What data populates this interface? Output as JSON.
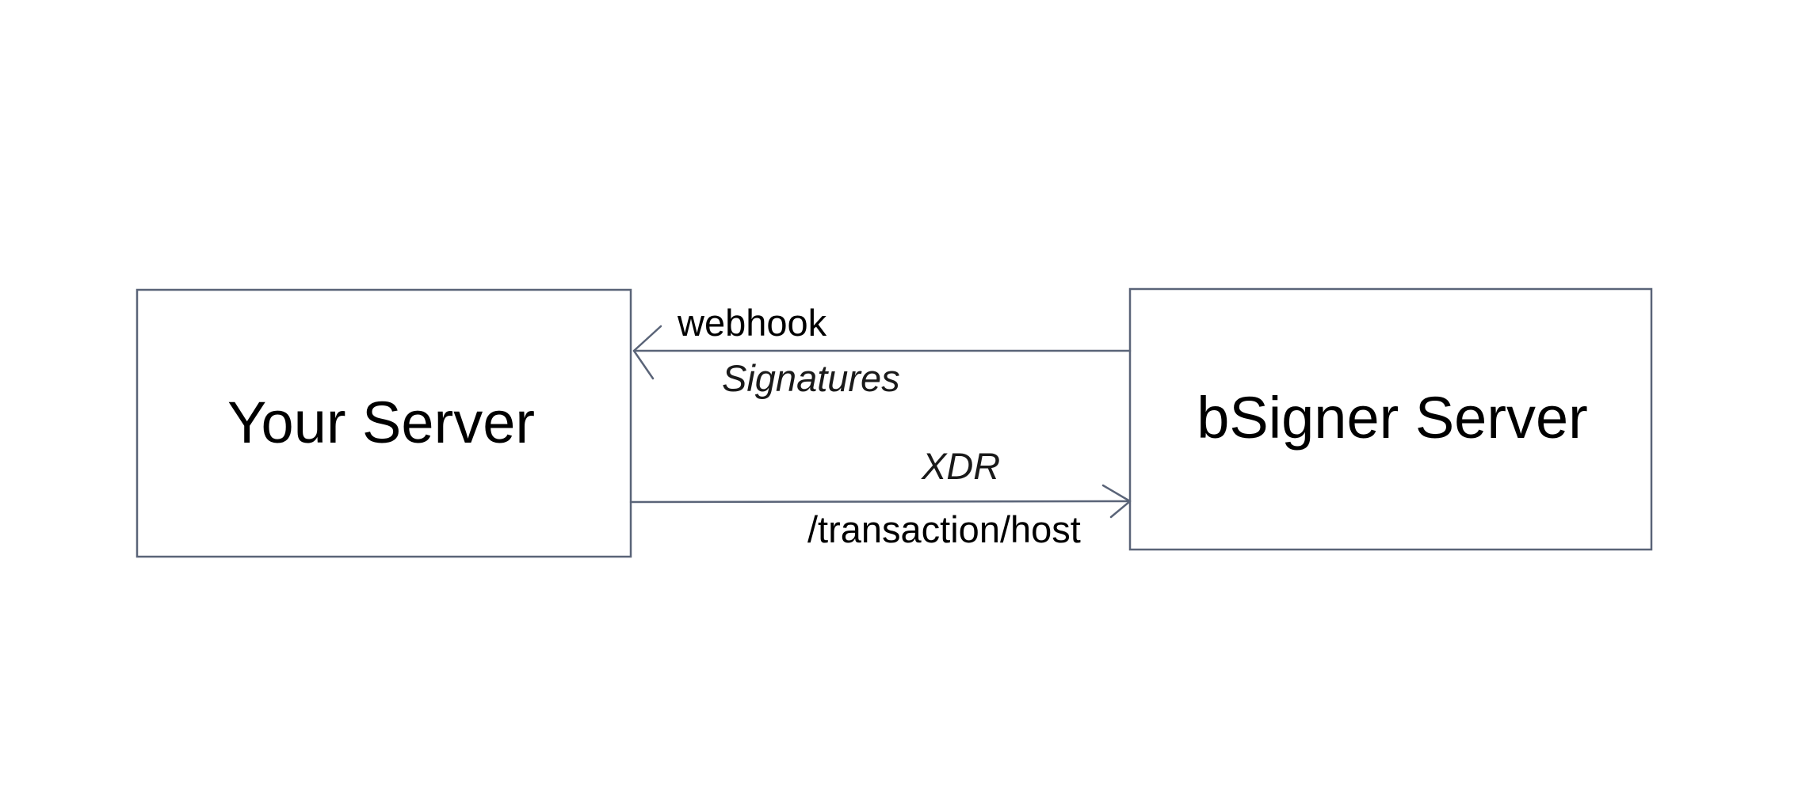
{
  "nodes": {
    "your_server": {
      "label": "Your Server"
    },
    "bsigner_server": {
      "label": "bSigner Server"
    }
  },
  "edges": {
    "webhook": {
      "label": "webhook",
      "sublabel": "Signatures",
      "from": "bSigner Server",
      "to": "Your Server"
    },
    "transaction_host": {
      "label": "/transaction/host",
      "sublabel": "XDR",
      "from": "Your Server",
      "to": "bSigner Server"
    }
  },
  "colors": {
    "stroke": "#5a6478",
    "text": "#000000"
  }
}
